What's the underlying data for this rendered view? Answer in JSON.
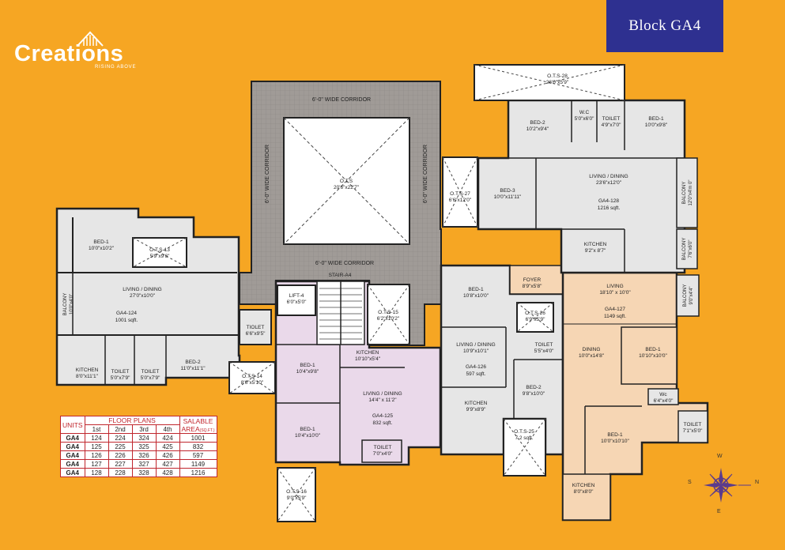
{
  "block_title": "Block  GA4",
  "logo": {
    "brand": "Creations",
    "tagline": "RISING ABOVE"
  },
  "corridors": [
    "6'-0\" WIDE CORRIDOR",
    "6'-0\" WIDE CORRIDOR",
    "6'-0\" WIDE CORRIDOR",
    "6'-0\" WIDE CORRIDOR"
  ],
  "stair": "STAIR-A4",
  "lift": {
    "name": "LIFT-4",
    "size": "6'0\"x5'0\""
  },
  "ots": {
    "main": {
      "name": "O.T.S",
      "size": "20'6\"x22'7\""
    },
    "ots13": {
      "name": "O.T.S-13",
      "size": "5'9\"x9'6\""
    },
    "ots14": {
      "name": "O.T.S-14",
      "size": "8'6\"x5'10\""
    },
    "ots15": {
      "name": "O.T.S-15",
      "size": "6'2\"x10'2\""
    },
    "ots16": {
      "name": "O.T.S-16",
      "size": "9'0\"x5'9\""
    },
    "ots25": {
      "name": "O.T.S-25",
      "size": "7.2 sqft."
    },
    "ots26": {
      "name": "O.T.S-26",
      "size": "6'9\"x5'9\""
    },
    "ots27": {
      "name": "O.T.S-27",
      "size": "6'6\"x12'0\""
    },
    "ots28": {
      "name": "O.T.S-28",
      "size": "26'0\"x5'9\""
    }
  },
  "units": {
    "ga4_124": {
      "name": "GA4-124",
      "area": "1001 sqft.",
      "bed1": {
        "name": "BED-1",
        "size": "10'0\"x10'2\""
      },
      "living": {
        "name": "LIVING / DINING",
        "size": "27'0\"x10'0\""
      },
      "balcony": {
        "name": "BALCONY",
        "size": "10'0\"x4'0\""
      },
      "bed2": {
        "name": "BED-2",
        "size": "11'0\"x11'1\""
      },
      "kitchen": {
        "name": "KITCHEN",
        "size": "8'0\"x11'1\""
      },
      "toilet1": {
        "name": "TOILET",
        "size": "5'0\"x7'9\""
      },
      "toilet2": {
        "name": "TOILET",
        "size": "5'0\"x7'9\""
      },
      "toilet3": {
        "name": "TIOLET",
        "size": "6'6\"x9'5\""
      }
    },
    "ga4_125": {
      "name": "GA4-125",
      "area": "832 sqft.",
      "bed1a": {
        "name": "BED-1",
        "size": "10'4\"x9'8\""
      },
      "kitchen": {
        "name": "KITCHEN",
        "size": "10'10\"x5'4\""
      },
      "living": {
        "name": "LIVING / DINING",
        "size": "14'4\" x 11'2\""
      },
      "bed1b": {
        "name": "BED-1",
        "size": "10'4\"x10'0\""
      },
      "toilet": {
        "name": "TOILET",
        "size": "7'0\"x4'0\""
      }
    },
    "ga4_126": {
      "name": "GA4-126",
      "area": "597 sqft.",
      "bed1": {
        "name": "BED-1",
        "size": "10'8\"x10'0\""
      },
      "foyer": {
        "name": "FOYER",
        "size": "8'9\"x5'8\""
      },
      "living": {
        "name": "LIVING / DINING",
        "size": "10'9\"x10'1\""
      },
      "toilet": {
        "name": "TOILET",
        "size": "5'5\"x4'0\""
      },
      "bed2": {
        "name": "BED-2",
        "size": "9'8\"x10'0\""
      },
      "kitchen": {
        "name": "KITCHEN",
        "size": "9'9\"x8'9\""
      }
    },
    "ga4_127": {
      "name": "GA4-127",
      "area": "1149 sqft.",
      "living": {
        "name": "LIVING",
        "size": "18'10\" x 10'0\""
      },
      "balcony": {
        "name": "BALCONY",
        "size": "9'0\"x4'4\""
      },
      "dining": {
        "name": "DINING",
        "size": "10'0\"x14'8\""
      },
      "bed1a": {
        "name": "BED-1",
        "size": "10'10\"x10'0\""
      },
      "wc": {
        "name": "Wc",
        "size": "6'4\"x4'0\""
      },
      "toilet": {
        "name": "TOILET",
        "size": "7'1\"x5'0\""
      },
      "bed1b": {
        "name": "BED-1",
        "size": "10'0\"x10'10\""
      },
      "kitchen": {
        "name": "KITCHEN",
        "size": "8'0\"x8'0\""
      }
    },
    "ga4_128": {
      "name": "GA4-128",
      "area": "1216 sqft.",
      "bed2": {
        "name": "BED-2",
        "size": "10'2\"x9'4\""
      },
      "wc": {
        "name": "W.C",
        "size": "5'0\"x6'0\""
      },
      "toilet": {
        "name": "TOILET",
        "size": "4'9\"x7'0\""
      },
      "bed1": {
        "name": "BED-1",
        "size": "10'0\"x9'8\""
      },
      "bed3": {
        "name": "BED-3",
        "size": "10'0\"x11'11\""
      },
      "living": {
        "name": "LIVING / DINING",
        "size": "23'6\"x12'0\""
      },
      "balcony1": {
        "name": "BALCONY",
        "size": "12'0\"x4'm 0\""
      },
      "balcony2": {
        "name": "BALCONY",
        "size": "7'6\"x6'0\""
      },
      "kitchen": {
        "name": "KITCHEN",
        "size": "9'2\"x 8'7\""
      }
    }
  },
  "table": {
    "h_units": "UNITS",
    "h_floor": "FLOOR PLANS",
    "h_area": "SALABLE",
    "h_area2": "AREA",
    "h_area3": "(SQ.FT.)",
    "floors": [
      "1st",
      "2nd",
      "3rd",
      "4th"
    ],
    "rows": [
      [
        "GA4",
        "124",
        "224",
        "324",
        "424",
        "1001"
      ],
      [
        "GA4",
        "125",
        "225",
        "325",
        "425",
        "832"
      ],
      [
        "GA4",
        "126",
        "226",
        "326",
        "426",
        "597"
      ],
      [
        "GA4",
        "127",
        "227",
        "327",
        "427",
        "1149"
      ],
      [
        "GA4",
        "128",
        "228",
        "328",
        "428",
        "1216"
      ]
    ]
  },
  "compass": {
    "w": "W",
    "s": "S",
    "n": "N",
    "e": "E"
  },
  "colors": {
    "background": "#f6a623",
    "header": "#2e3090",
    "unit_grey": "#e6e6e6",
    "unit_pink": "#ead9ea",
    "unit_peach": "#f6d6b4",
    "corridor": "#9f9a96",
    "wall": "#222222"
  }
}
